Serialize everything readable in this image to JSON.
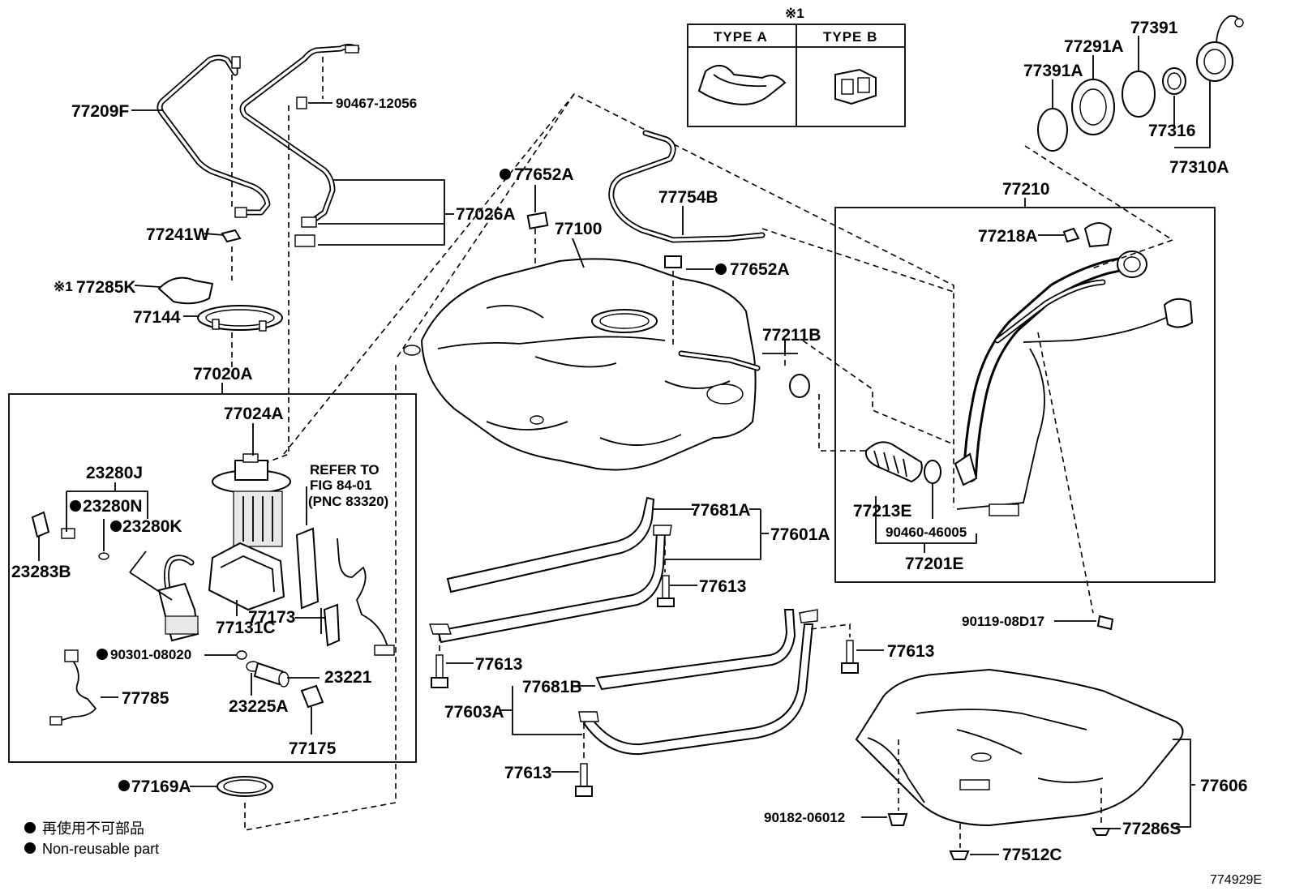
{
  "labels": {
    "p77209F": "77209F",
    "p90467_12056": "90467-12056",
    "p77026A": "77026A",
    "p77241W": "77241W",
    "p77285K": "77285K",
    "p77144": "77144",
    "p77020A": "77020A",
    "p77024A": "77024A",
    "p23280J": "23280J",
    "p23280N": "23280N",
    "p23280K": "23280K",
    "p23283B": "23283B",
    "p77131C": "77131C",
    "p77173": "77173",
    "p90301_08020": "90301-08020",
    "p23221": "23221",
    "p23225A": "23225A",
    "p77785": "77785",
    "p77175": "77175",
    "p77169A": "77169A",
    "p77652A_top": "77652A",
    "p77100": "77100",
    "p77754B": "77754B",
    "p77652A_mid": "77652A",
    "p77211B": "77211B",
    "p77681A": "77681A",
    "p77601A": "77601A",
    "p77613_a": "77613",
    "p77613_b": "77613",
    "p77613_c": "77613",
    "p77613_d": "77613",
    "p77681B": "77681B",
    "p77603A": "77603A",
    "p77210": "77210",
    "p77218A": "77218A",
    "p77213E": "77213E",
    "p90460_46005": "90460-46005",
    "p77201E": "77201E",
    "p90119_08D17": "90119-08D17",
    "p77391": "77391",
    "p77291A": "77291A",
    "p77391A": "77391A",
    "p77316": "77316",
    "p77310A": "77310A",
    "p77606": "77606",
    "p90182_06012": "90182-06012",
    "p77286S": "77286S",
    "p77512C": "77512C"
  },
  "refer_note": {
    "line1": "REFER TO",
    "line2": "FIG 84-01",
    "line3": "(PNC 83320)"
  },
  "type_table": {
    "mark": "※1",
    "type_a": "TYPE A",
    "type_b": "TYPE B"
  },
  "mark_77285K": "※1",
  "legend": {
    "line_jp": "再使用不可部品",
    "line_en": "Non-reusable part"
  },
  "figure_code": "774929E"
}
